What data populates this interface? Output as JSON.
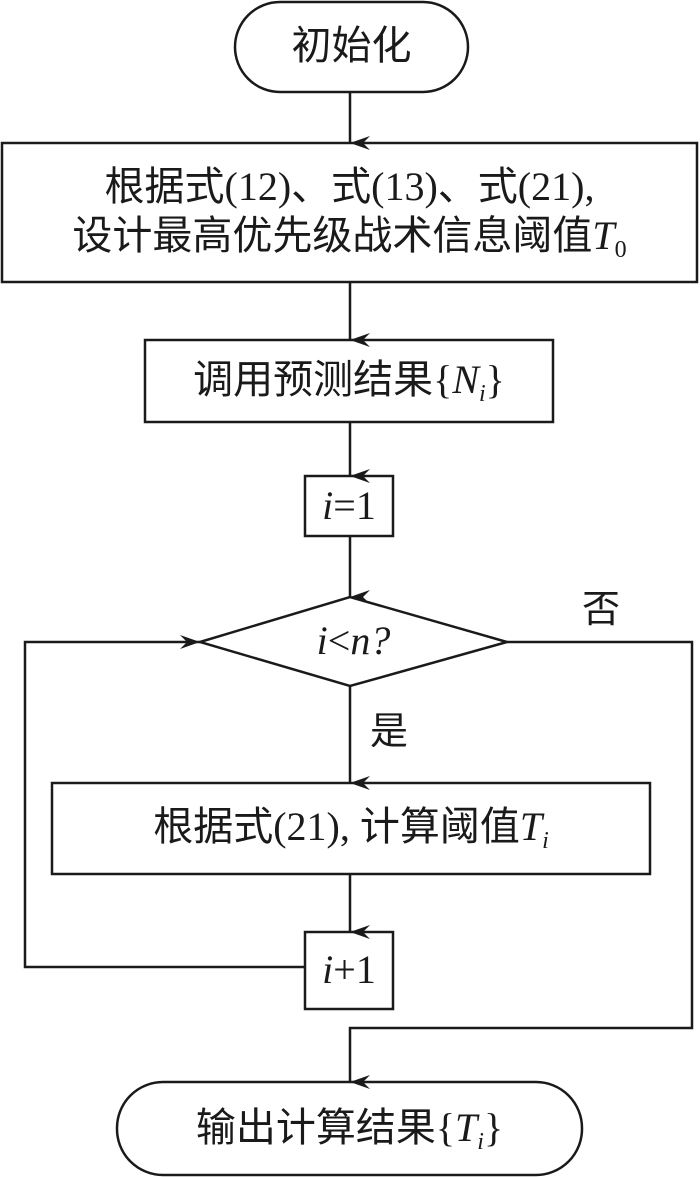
{
  "diagram": {
    "type": "flowchart",
    "nodes": [
      {
        "id": "start",
        "shape": "terminal",
        "text": "初始化"
      },
      {
        "id": "design",
        "shape": "process",
        "line1": "根据式(12)、式(13)、式(21),",
        "line2_prefix": "设计最高优先级战术信息阈值",
        "line2_var": "T",
        "line2_sub": "0"
      },
      {
        "id": "load",
        "shape": "process",
        "prefix": "调用预测结果{",
        "var": "N",
        "sub": "i",
        "suffix": "}"
      },
      {
        "id": "init_i",
        "shape": "process",
        "var": "i",
        "rest": "=1"
      },
      {
        "id": "cond",
        "shape": "decision",
        "var1": "i",
        "op": "<",
        "var2": "n",
        "q": "?"
      },
      {
        "id": "compute",
        "shape": "process",
        "prefix": "根据式(21), 计算阈值",
        "var": "T",
        "sub": "i"
      },
      {
        "id": "incr",
        "shape": "process",
        "var": "i",
        "rest": "+1"
      },
      {
        "id": "end",
        "shape": "terminal",
        "prefix": "输出计算结果{",
        "var": "T",
        "sub": "i",
        "suffix": "}"
      }
    ],
    "edges": [
      {
        "from": "start",
        "to": "design",
        "label": ""
      },
      {
        "from": "design",
        "to": "load",
        "label": ""
      },
      {
        "from": "load",
        "to": "init_i",
        "label": ""
      },
      {
        "from": "init_i",
        "to": "cond",
        "label": ""
      },
      {
        "from": "cond",
        "to": "compute",
        "label": "是"
      },
      {
        "from": "compute",
        "to": "incr",
        "label": ""
      },
      {
        "from": "incr",
        "to": "cond",
        "label": ""
      },
      {
        "from": "cond",
        "to": "end",
        "label": "否"
      }
    ],
    "labels": {
      "yes": "是",
      "no": "否"
    },
    "stroke_color": "#1a1a1a"
  }
}
